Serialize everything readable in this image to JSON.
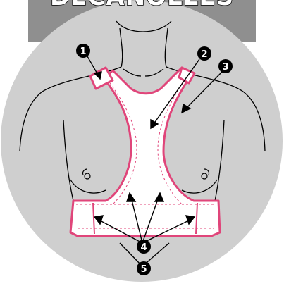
{
  "title_fragment": "DECANOLLES",
  "colors": {
    "background_circle": "#cfcfcf",
    "backdrop_gray": "#8f8f8f",
    "outline": "#000000",
    "garment_fill": "#ffffff",
    "garment_accent": "#e0457a",
    "callout_fill": "#000000"
  },
  "callouts": [
    {
      "number": "1",
      "icon": "numbered-badge-icon"
    },
    {
      "number": "2",
      "icon": "numbered-badge-icon"
    },
    {
      "number": "3",
      "icon": "numbered-badge-icon"
    },
    {
      "number": "4",
      "icon": "numbered-badge-icon"
    },
    {
      "number": "5",
      "icon": "numbered-badge-icon"
    }
  ]
}
